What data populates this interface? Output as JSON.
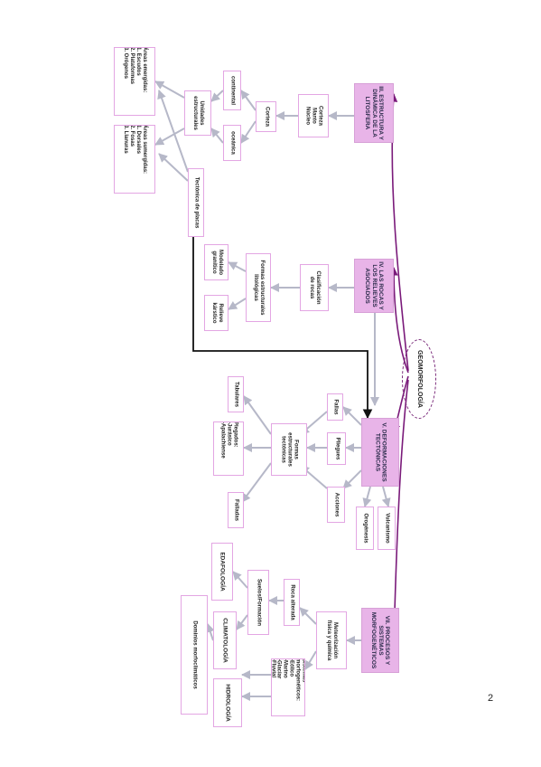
{
  "page_number": "2",
  "center": "GEOMORFOLOGÍA",
  "sections": {
    "s3": {
      "title": "III. ESTRUCTURA Y\nDINÁMICA DE LA\nLITOSFERA"
    },
    "s4": {
      "title": "IV. LAS ROCAS Y\nLOS RELIEVES\nASOCIADOS"
    },
    "s5": {
      "title": "V. DEFORMACIONES\nTECTÓNICAS"
    },
    "s7": {
      "title": "VII. PROCESOS Y\nSISTEMAS\nMORFOGENÉTICOS"
    }
  },
  "nodes": {
    "corteza_manto_nucleo": "Corteza\nManto\nNúcleo",
    "corteza": "Corteza",
    "continental": "continental",
    "oceanica": "oceánica",
    "unidades_estructurales": "Unidades\nestructurales",
    "areas_emergidas": "Áreas emergidas:\n1. Escudos\n2. Plataformas\n3. Orógenos",
    "areas_sumergidas": "Áreas sumergidas:\n1. Dorsales\n2. Fosas\n3. Llanuras",
    "tectonica_placas": "Tectónica de placas",
    "clasificacion_rocas": "Clasificación\nde rocas",
    "formas_estructurales_litologicas": "Formas estructurales\nlitológicas",
    "modelado_granitico": "Modelado\ngranítico",
    "relieve_karstico": "Relieve\nkárstico",
    "fallas": "Fallas",
    "pliegues": "Pliegues",
    "acciones": "Acciones",
    "formas_estructurales_tectonicas": "Formas\nestructurales\ntectónicas",
    "tabulares": "Tabulares",
    "plegados": "Plegados:\n-Jurásico\n-Apalachiense",
    "falladas": "Falladas",
    "orogenesis": "Orogénesis",
    "vulcanismo": "Vulcanismo",
    "meteorizacion": "Meteorización\nfísica y química",
    "roca_alterada": "Roca alterada",
    "sistemas_morfogeneticos": "Sistemas\nmorfogenéticos:\n-Eólico\n-Marino\n-Glaciar\n-Fluvial",
    "suelos_formacion": "Suelos/Formación",
    "edafologia": "EDAFOLOGÍA",
    "climatologia": "CLIMATOLOGÍA",
    "hidrologia": "HIDROLOGÍA",
    "dominios_morfoclimaticos": "Dominios morfoclimáticos"
  },
  "colors": {
    "head_fill": "#e8b4e8",
    "box_border": "#e3a6e3",
    "arrow_gray": "#b6b8c8",
    "link_purple": "#7a1a7a",
    "link_black": "#111111"
  }
}
